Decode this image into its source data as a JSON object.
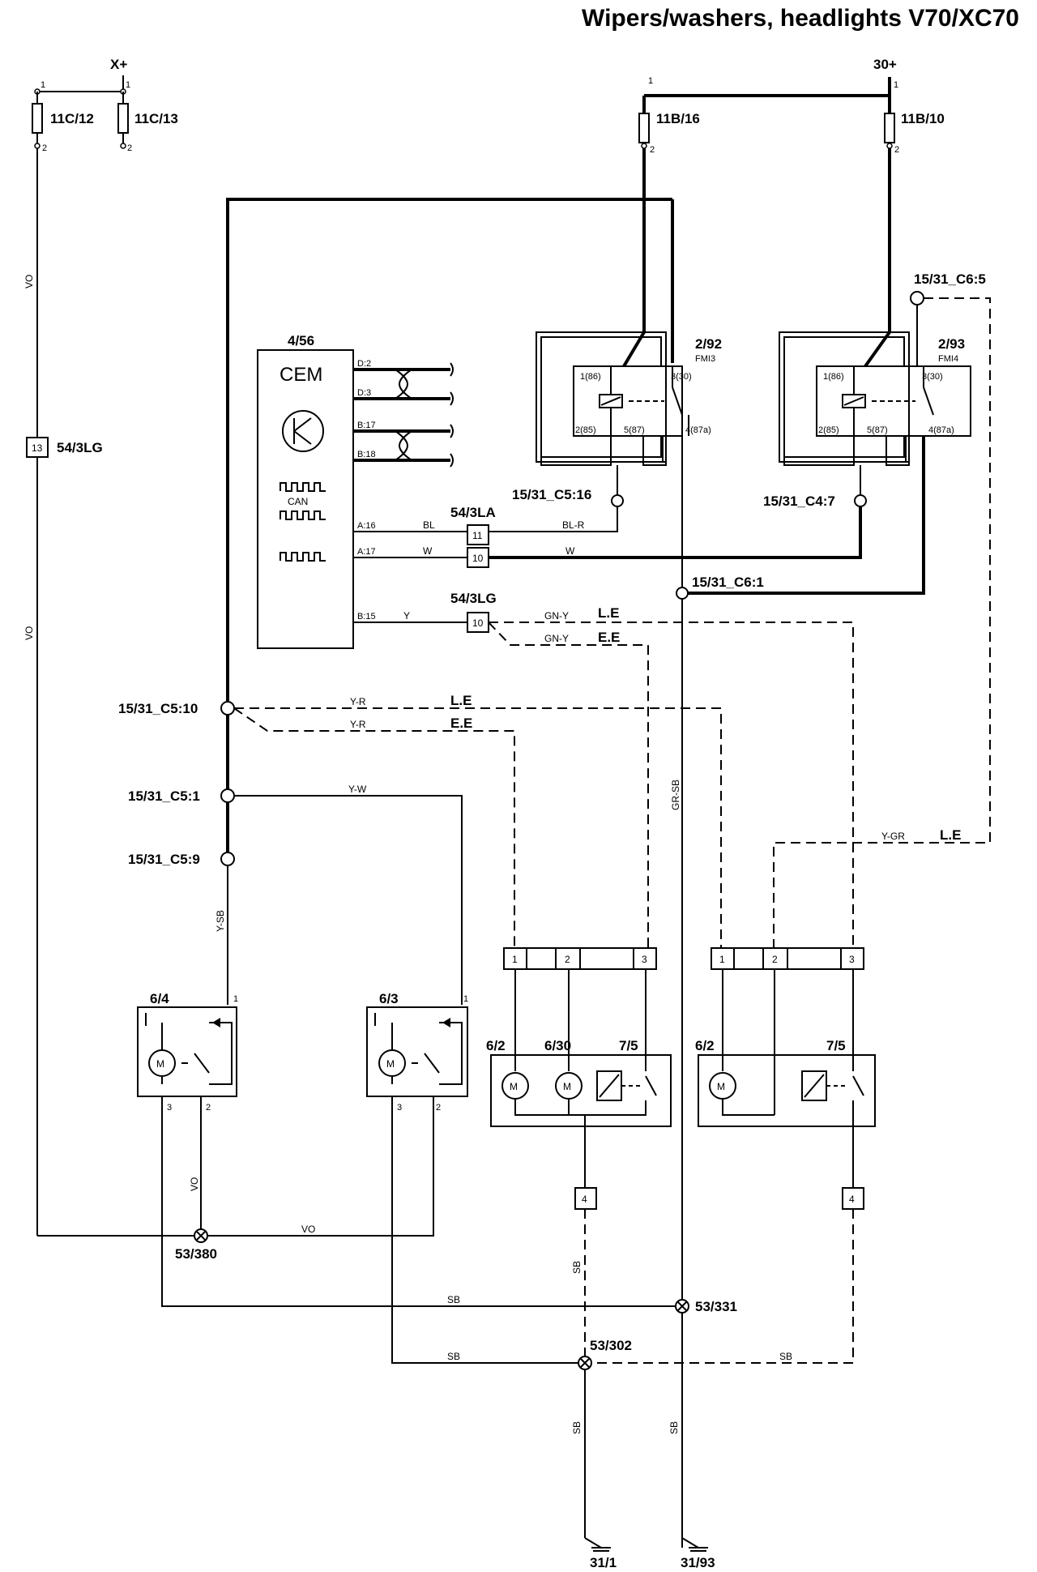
{
  "title": "Wipers/washers, headlights V70/XC70",
  "supplies": {
    "xplus": "X+",
    "thirty": "30+"
  },
  "fuses": {
    "f1": "11C/12",
    "f2": "11C/13",
    "f3": "11B/16",
    "f4": "11B/10"
  },
  "cem": {
    "ref": "4/56",
    "name": "CEM",
    "can": "CAN",
    "pins": {
      "d2": "D:2",
      "d3": "D:3",
      "b17": "B:17",
      "b18": "B:18",
      "a16": "A:16",
      "a17": "A:17",
      "b15": "B:15"
    }
  },
  "relays": {
    "r1": "2/92",
    "r1_sub": "FMI3",
    "r2": "2/93",
    "r2_sub": "FMI4",
    "pins": {
      "p86": "1(86)",
      "p30": "3(30)",
      "p85": "2(85)",
      "p87": "5(87)",
      "p87a": "4(87a)"
    }
  },
  "connectors": {
    "c1": "15/31_C5:16",
    "c2": "15/31_C4:7",
    "c3": "15/31_C6:1",
    "c4": "15/31_C6:5",
    "c5": "15/31_C5:10",
    "c6": "15/31_C5:1",
    "c7": "15/31_C5:9",
    "la": "54/3LA",
    "lg": "54/3LG",
    "lg_left": "54/3LG"
  },
  "terminals": {
    "t11": "11",
    "t10a": "10",
    "t10b": "10",
    "t13": "13"
  },
  "wires": {
    "vo": "VO",
    "bl": "BL",
    "blr": "BL-R",
    "w": "W",
    "y": "Y",
    "gny": "GN-Y",
    "yr": "Y-R",
    "yw": "Y-W",
    "ysb": "Y-SB",
    "grsb": "GR-SB",
    "ygr": "Y-GR",
    "sb": "SB"
  },
  "variants": {
    "le": "L.E",
    "ee": "E.E"
  },
  "motors": {
    "m64": "6/4",
    "m63": "6/3",
    "m62a": "6/2",
    "m630": "6/30",
    "s75a": "7/5",
    "m62b": "6/2",
    "s75b": "7/5",
    "M": "M"
  },
  "blocks": {
    "n1": "1",
    "n2": "2",
    "n3": "3",
    "n4": "4"
  },
  "grounds": {
    "g1": "53/380",
    "g2": "53/331",
    "g3": "53/302",
    "e1": "31/1",
    "e2": "31/93"
  },
  "pin_nums": {
    "one": "1",
    "two": "2",
    "three": "3"
  }
}
